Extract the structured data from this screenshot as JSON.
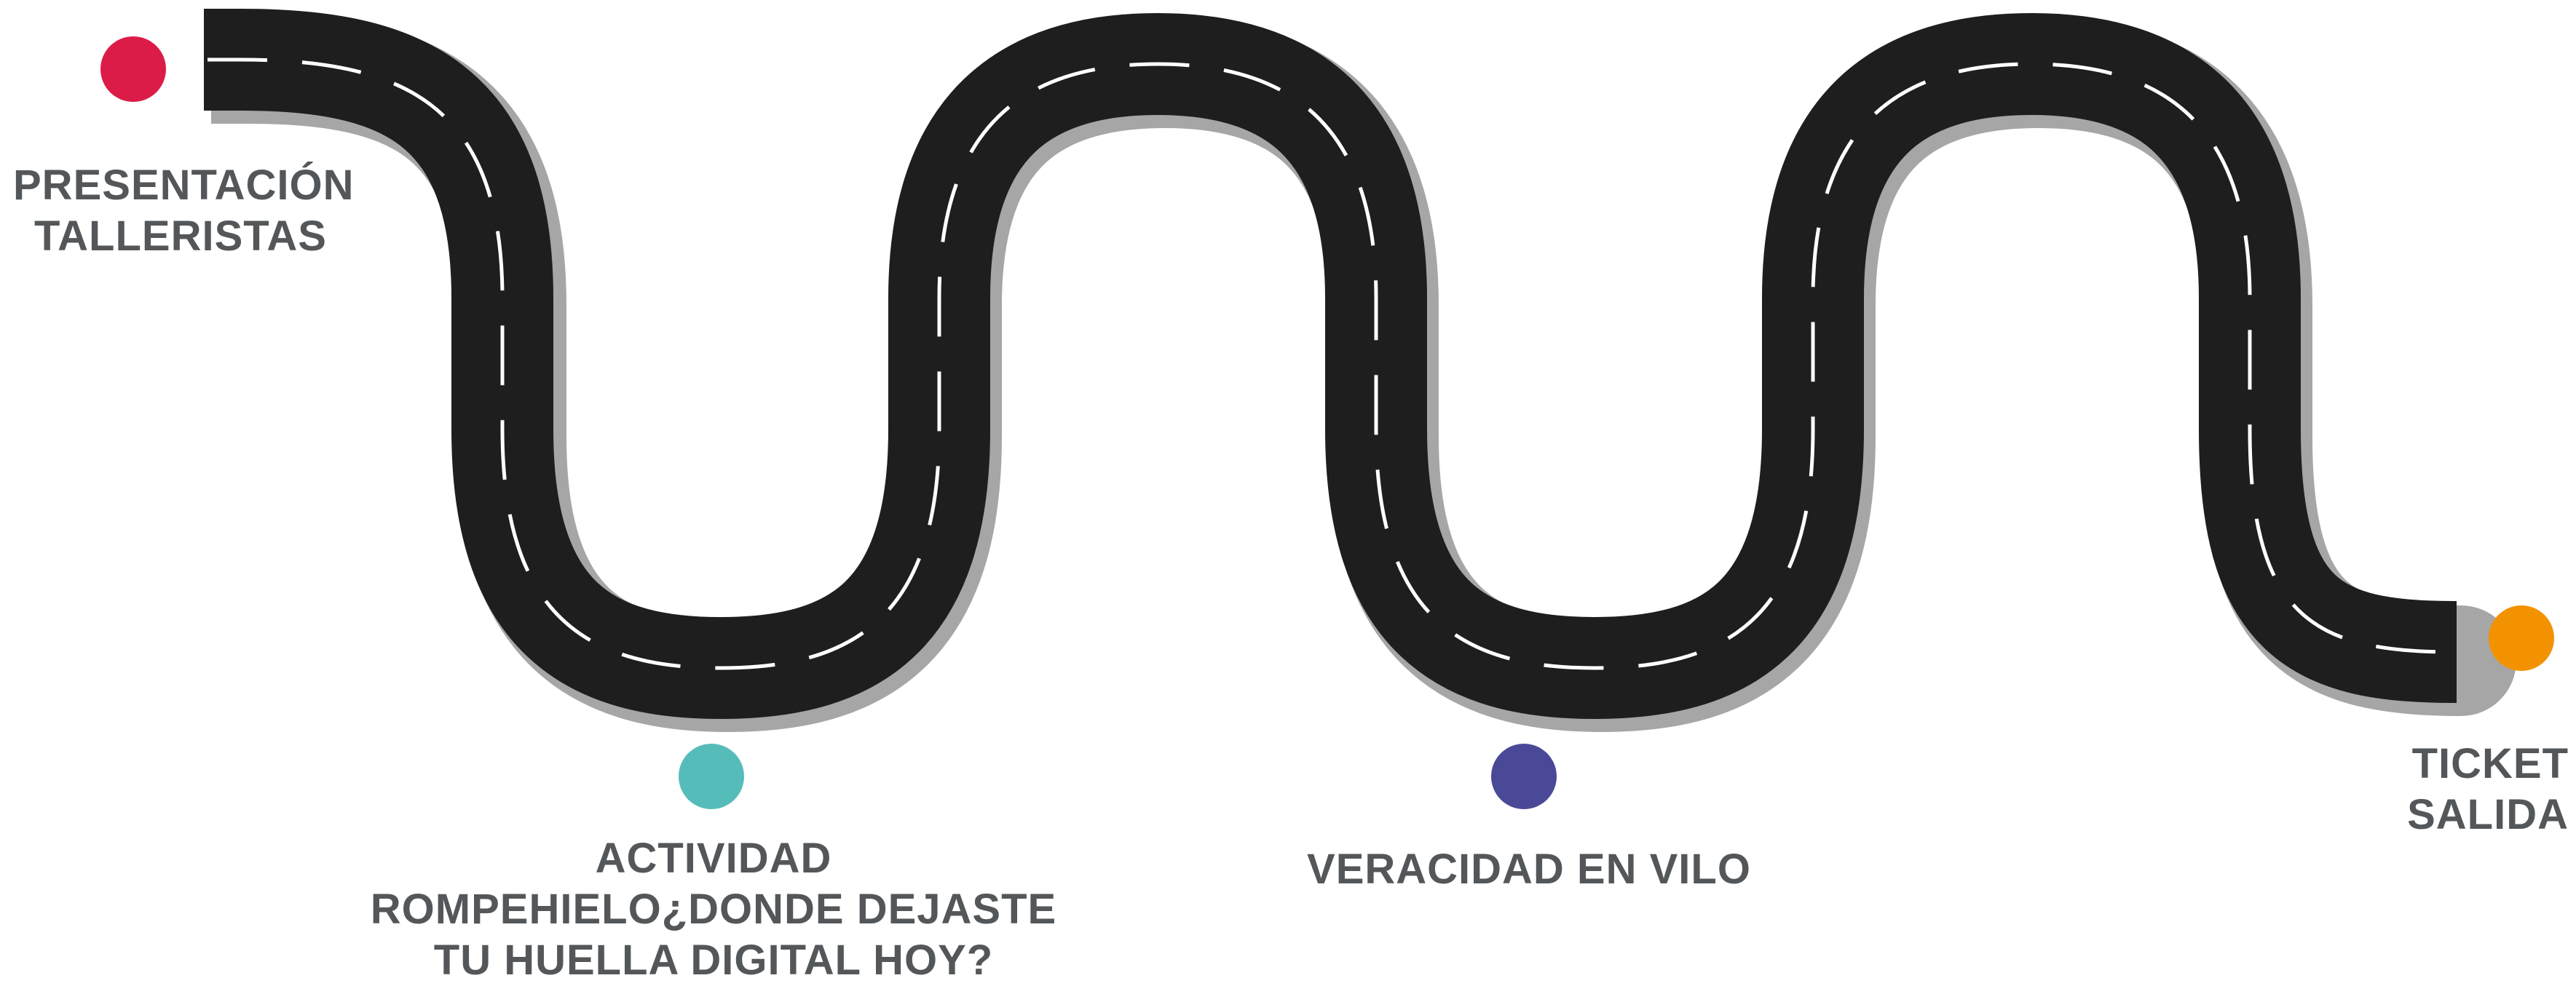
{
  "milestones": [
    {
      "id": "start",
      "color": "#dc1c48",
      "lines": [
        "PRESENTACIÓN",
        "TALLERISTAS"
      ]
    },
    {
      "id": "activity",
      "color": "#56bcb9",
      "lines": [
        "ACTIVIDAD",
        "ROMPEHIELO¿DONDE DEJASTE",
        "TU HUELLA DIGITAL HOY?"
      ]
    },
    {
      "id": "veracity",
      "color": "#4a4997",
      "lines": [
        "VERACIDAD EN VILO"
      ]
    },
    {
      "id": "end",
      "color": "#f39200",
      "lines": [
        "TICKET",
        "SALIDA"
      ]
    }
  ],
  "colors": {
    "road": "#1e1e1e",
    "road_shadow": "#a6a6a6",
    "lane_marking": "#ffffff",
    "label_text": "#54575a"
  }
}
